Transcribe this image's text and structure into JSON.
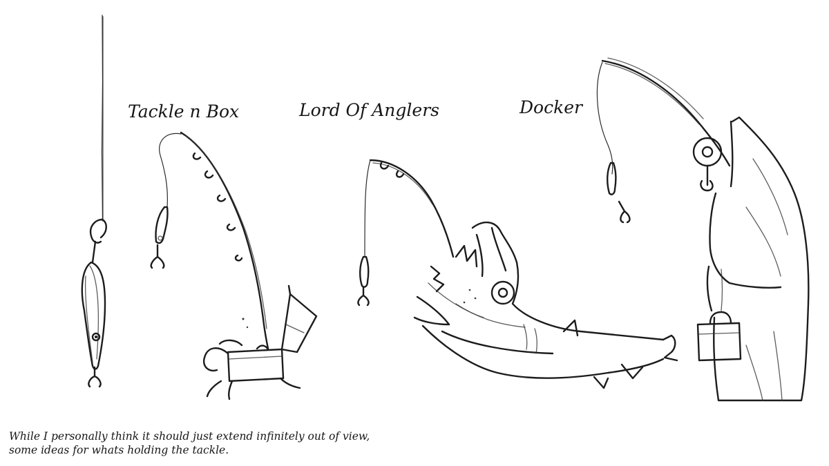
{
  "labels": {
    "tackle": "Tackle n Box",
    "lord": "Lord Of Anglers",
    "docker": "Docker"
  },
  "caption": {
    "line1": "While I personally think it should just extend infinitely out of view,",
    "line2": "some ideas for whats holding the tackle."
  },
  "icons": {
    "lure": "hanging-lure-icon",
    "tackle_box": "tackle-box-creature-icon",
    "angler": "angler-fish-creature-icon",
    "docker": "hooded-docker-figure-icon"
  }
}
